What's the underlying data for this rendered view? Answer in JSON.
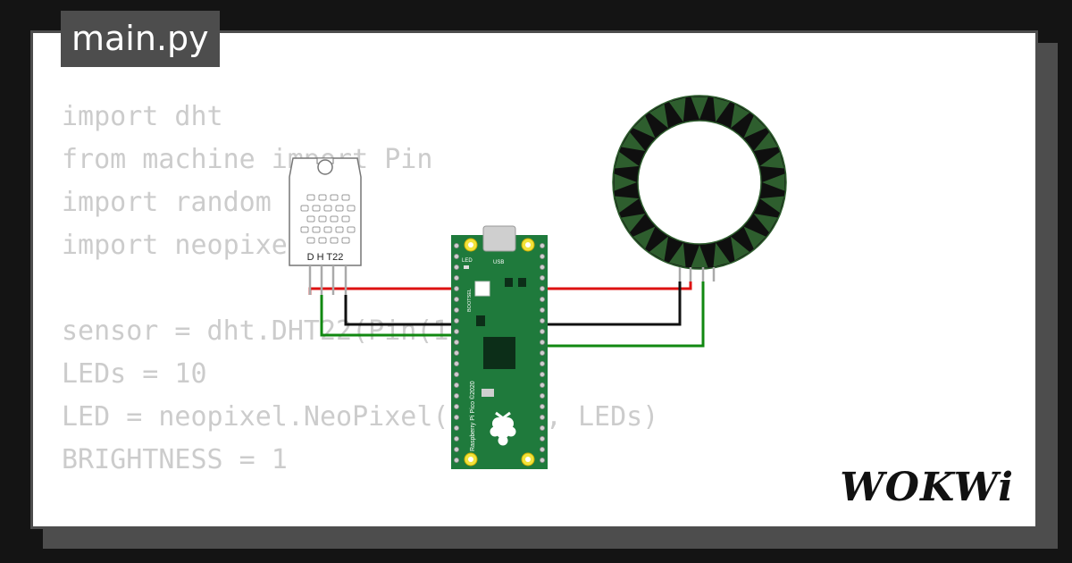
{
  "file_tab": {
    "name": "main.py"
  },
  "code_lines": [
    "import dht",
    "from machine import Pin",
    "import random",
    "import neopixel",
    "",
    "sensor = dht.DHT22(Pin(1))",
    "LEDs = 10",
    "LED = neopixel.NeoPixel(Pin(7), LEDs)",
    "BRIGHTNESS = 1"
  ],
  "sensor": {
    "label": "D H T22"
  },
  "pico": {
    "led_label": "LED",
    "usb_label": "USB",
    "bootsel_label": "BOOTSEL",
    "board_label": "Raspberry Pi Pico ©2020"
  },
  "brand": {
    "name": "WOKWi"
  },
  "colors": {
    "background": "#141414",
    "card": "#ffffff",
    "tab": "#4d4d4d",
    "code_text": "#cccccc",
    "pcb_green": "#1f7a3c",
    "ring_dark": "#0f0f0f",
    "ring_green": "#2e5e2e",
    "wire_red": "#dd1111",
    "wire_black": "#111111",
    "wire_green": "#118811"
  }
}
